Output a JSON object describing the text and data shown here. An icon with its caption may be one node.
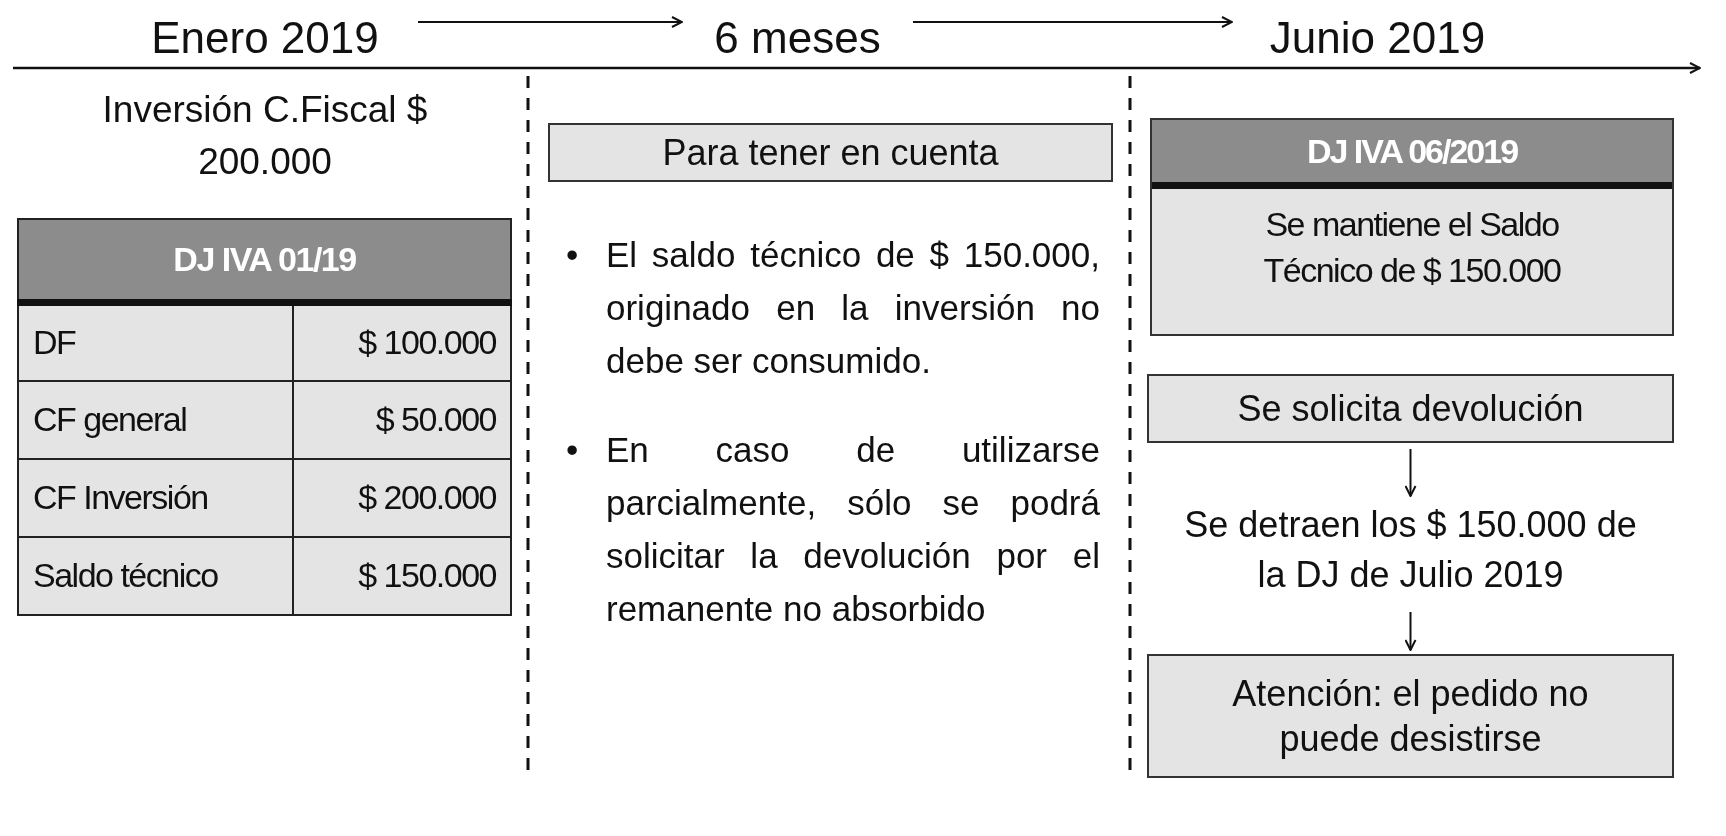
{
  "diagram": {
    "nodes": [
      {
        "text": [
          "Enero 2019"
        ]
      },
      {
        "text": [
          "6 meses"
        ]
      },
      {
        "text": [
          "Junio 2019"
        ]
      },
      {
        "text": [
          "Para tener en cuenta"
        ]
      },
      {
        "text": [
          "DJ IVA 06/2019",
          "Se mantiene el Saldo Técnico de $ 150.000"
        ]
      },
      {
        "text": [
          "Se solicita devolución"
        ]
      },
      {
        "text": [
          "Se detraen los $ 150.000 de la DJ de Julio 2019"
        ]
      },
      {
        "text": [
          "Atención: el pedido no puede desistirse"
        ]
      }
    ],
    "edges": [
      {
        "from": 0,
        "to": 1,
        "arrow": "to"
      },
      {
        "from": 1,
        "to": 2,
        "arrow": "to"
      },
      {
        "from": 5,
        "to": 6,
        "arrow": "to"
      },
      {
        "from": 6,
        "to": 7,
        "arrow": "to"
      }
    ],
    "labels": [
      "Inversión C.Fiscal $ 200.000",
      "DJ IVA 01/19",
      "DF",
      "$ 100.000",
      "CF general",
      "$ 50.000",
      "CF Inversión",
      "$ 200.000",
      "Saldo técnico",
      "$ 150.000",
      "•",
      "El saldo técnico de $ 150.000, originado en la inversión no debe ser consumido.",
      "•",
      "En caso de utilizarse parcialmente, sólo se podrá solicitar la devolución por el remanente no absorbido"
    ]
  }
}
